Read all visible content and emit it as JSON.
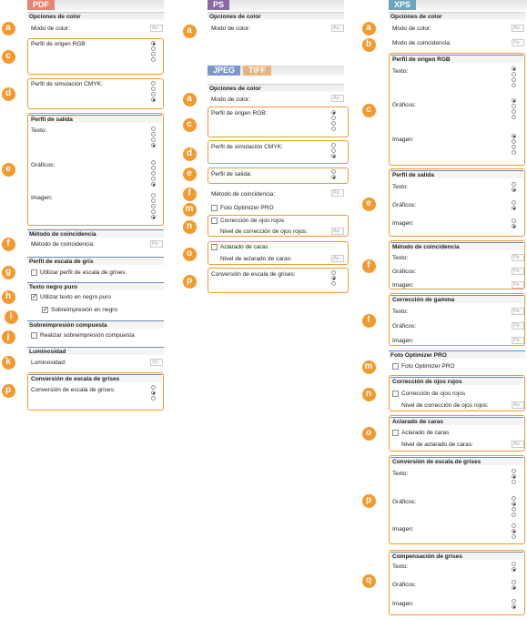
{
  "tabs": {
    "pdf": "PDF",
    "ps": "PS",
    "xps": "XPS",
    "jpeg": "JPEG",
    "tiff": "TIFF"
  },
  "colors": {
    "pdf": "#e98473",
    "ps": "#8a6aa5",
    "xps": "#6aa4be",
    "jpeg": "#7d97c9",
    "tiff": "#e6b47c",
    "accent": "#f29a2e"
  },
  "badges": {
    "a": "a",
    "b": "b",
    "c": "c",
    "d": "d",
    "e": "e",
    "f": "f",
    "g": "g",
    "h": "h",
    "i": "i",
    "j": "j",
    "k": "k",
    "l": "l",
    "m": "m",
    "n": "n",
    "o": "o",
    "p": "p",
    "q": "q"
  },
  "labels": {
    "opciones_color": "Opciones de color",
    "modo_color": "Modo de color:",
    "perfil_rgb": "Perfil de origen RGB:",
    "perfil_rgb_h": "Perfil de origen RGB",
    "perfil_cmyk": "Perfil de simulación CMYK:",
    "perfil_salida": "Perfil de salida",
    "perfil_salida_c": "Perfil de salida:",
    "texto": "Texto:",
    "graficos": "Gráficos:",
    "imagen": "Imagen:",
    "metodo_coinc": "Método de coincidencia",
    "metodo_coinc_c": "Método de coincidencia:",
    "modo_coinc": "Modo de coincidencia:",
    "escala_gris": "Perfil de escala de gris",
    "utilizar_gris": "Utilizar perfil de escala de grises",
    "texto_negro": "Texto negro puro",
    "utilizar_negro": "Utilizar texto en negro puro",
    "sobreimpresion_negro": "Sobreimpresión en negro",
    "sobreimpresion_comp": "Sobreimpresión compuesta",
    "realizar_sobre": "Realizar sobreimpresión compuesta",
    "luminosidad": "Luminosidad",
    "luminosidad_c": "Luminosidad:",
    "conv_gris": "Conversión de escala de grises",
    "conv_gris_c": "Conversión de escala de grises:",
    "foto_opt": "Foto Optimizer PRO",
    "corr_ojos": "Corrección de ojos rojos",
    "nivel_ojos": "Nivel de corrección de ojos rojos:",
    "aclarado": "Aclarado de caras",
    "nivel_aclarado": "Nivel de aclarado de caras:",
    "corr_gamma": "Corrección de gamma",
    "compensacion": "Compensación de grises"
  },
  "values": {
    "auto": "Au",
    "lum": "10",
    "pe": "Pe"
  }
}
